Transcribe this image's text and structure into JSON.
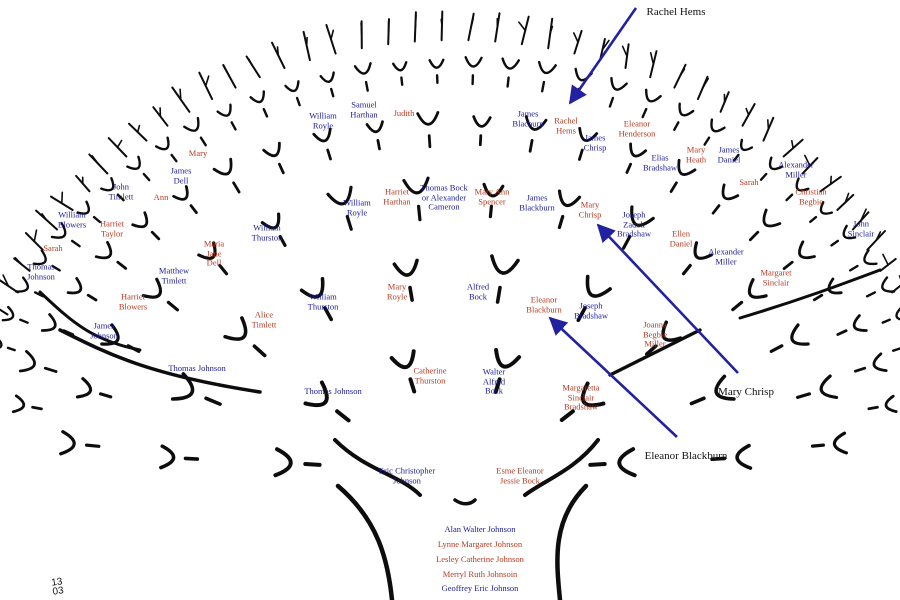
{
  "colors": {
    "male": "#1a1a9a",
    "female": "#b63a22",
    "branch": "#0d0d0d",
    "arrow": "#2222a0",
    "annotation": "#111111"
  },
  "people": [
    {
      "id": "p01",
      "name": "Alan Walter Johnson",
      "sex": "m"
    },
    {
      "id": "p02",
      "name": "Lynne Margaret Johnson",
      "sex": "f"
    },
    {
      "id": "p03",
      "name": "Lesley Catherine Johnson",
      "sex": "f"
    },
    {
      "id": "p04",
      "name": "Merryl Ruth Johnsoin",
      "sex": "f"
    },
    {
      "id": "p05",
      "name": "Geoffrey Eric Johnson",
      "sex": "m"
    },
    {
      "id": "p06",
      "name": "Eric Christopher\nJohnson",
      "sex": "m"
    },
    {
      "id": "p07",
      "name": "Esme Eleanor\nJessie Bock",
      "sex": "f"
    },
    {
      "id": "p08",
      "name": "Thomas Johnson",
      "sex": "m"
    },
    {
      "id": "p09",
      "name": "Catherine\nThurston",
      "sex": "f"
    },
    {
      "id": "p10",
      "name": "Walter\nAlfred\nBock",
      "sex": "m"
    },
    {
      "id": "p11",
      "name": "Margaretta\nSinclair\nBradshaw",
      "sex": "f"
    },
    {
      "id": "p12",
      "name": "Thomas Johnson",
      "sex": "m"
    },
    {
      "id": "p13",
      "name": "James\nJohnson",
      "sex": "m"
    },
    {
      "id": "p14",
      "name": "Harriet\nBlowers",
      "sex": "f"
    },
    {
      "id": "p15",
      "name": "Alice\nTimlett",
      "sex": "f"
    },
    {
      "id": "p16",
      "name": "William\nThurston",
      "sex": "m"
    },
    {
      "id": "p17",
      "name": "Mary\nRoyle",
      "sex": "f"
    },
    {
      "id": "p18",
      "name": "Alfred\nBock",
      "sex": "m"
    },
    {
      "id": "p19",
      "name": "Eleanor\nBlackburn",
      "sex": "f"
    },
    {
      "id": "p20",
      "name": "Joseph\nBradshaw",
      "sex": "m"
    },
    {
      "id": "p21",
      "name": "Joanna\nBegbie\nMiller",
      "sex": "f"
    },
    {
      "id": "p22",
      "name": "Thomas\nJohnson",
      "sex": "m"
    },
    {
      "id": "p23",
      "name": "Sarah",
      "sex": "f"
    },
    {
      "id": "p24",
      "name": "William\nBlowers",
      "sex": "m"
    },
    {
      "id": "p25",
      "name": "Harriet\nTaylor",
      "sex": "f"
    },
    {
      "id": "p26",
      "name": "Matthew\nTimlett",
      "sex": "m"
    },
    {
      "id": "p27",
      "name": "Ann",
      "sex": "f"
    },
    {
      "id": "p28",
      "name": "Maria\nJane\nDell",
      "sex": "f"
    },
    {
      "id": "p29",
      "name": "William\nThurston",
      "sex": "m"
    },
    {
      "id": "p30",
      "name": "William\nRoyle",
      "sex": "m"
    },
    {
      "id": "p31",
      "name": "Harriet\nHarthan",
      "sex": "f"
    },
    {
      "id": "p32",
      "name": "Thomas Bock\nor Alexander\nCameron",
      "sex": "m"
    },
    {
      "id": "p33",
      "name": "Mary Ann\nSpencer",
      "sex": "f"
    },
    {
      "id": "p34",
      "name": "James\nBlackburn",
      "sex": "m"
    },
    {
      "id": "p35",
      "name": "Mary\nChrisp",
      "sex": "f"
    },
    {
      "id": "p36",
      "name": "Joseph\nZadok\nBradshaw",
      "sex": "m"
    },
    {
      "id": "p37",
      "name": "Ellen\nDaniel",
      "sex": "f"
    },
    {
      "id": "p38",
      "name": "Alexander\nMiller",
      "sex": "m"
    },
    {
      "id": "p39",
      "name": "Margaret\nSinclair",
      "sex": "f"
    },
    {
      "id": "p40",
      "name": "John\nSinclair",
      "sex": "m"
    },
    {
      "id": "p41",
      "name": "Christian\nBegbie",
      "sex": "f"
    },
    {
      "id": "p42",
      "name": "John\nTimlett",
      "sex": "m"
    },
    {
      "id": "p43",
      "name": "James\nDell",
      "sex": "m"
    },
    {
      "id": "p44",
      "name": "Mary",
      "sex": "f"
    },
    {
      "id": "p45",
      "name": "William\nRoyle",
      "sex": "m"
    },
    {
      "id": "p46",
      "name": "Samuel\nHarthan",
      "sex": "m"
    },
    {
      "id": "p47",
      "name": "Judith",
      "sex": "f"
    },
    {
      "id": "p48",
      "name": "James\nBlacburn",
      "sex": "m"
    },
    {
      "id": "p49",
      "name": "Rachel\nHems",
      "sex": "f"
    },
    {
      "id": "p50",
      "name": "James\nChrisp",
      "sex": "m"
    },
    {
      "id": "p51",
      "name": "Eleanor\nHenderson",
      "sex": "f"
    },
    {
      "id": "p52",
      "name": "Elias\nBradshaw",
      "sex": "m"
    },
    {
      "id": "p53",
      "name": "Mary\nHeath",
      "sex": "f"
    },
    {
      "id": "p54",
      "name": "James\nDaniel",
      "sex": "m"
    },
    {
      "id": "p55",
      "name": "Sarah",
      "sex": "f"
    },
    {
      "id": "p56",
      "name": "Alexander\nMiller",
      "sex": "m"
    }
  ],
  "annotations": [
    {
      "id": "a1",
      "text": "Rachel Hems"
    },
    {
      "id": "a2",
      "text": "Mary Chrisp"
    },
    {
      "id": "a3",
      "text": "Eleanor Blackburn"
    }
  ],
  "page_number": "13\n03"
}
